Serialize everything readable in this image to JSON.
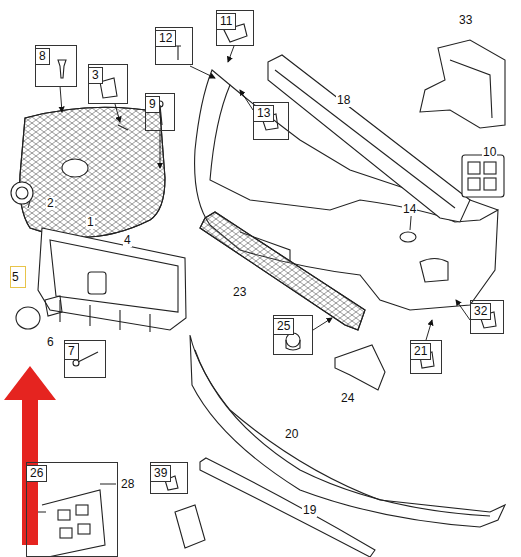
{
  "diagram": {
    "nodes": [
      {
        "text": [
          "11"
        ]
      },
      {
        "text": [
          "12"
        ]
      },
      {
        "text": [
          "8"
        ]
      },
      {
        "text": [
          "3"
        ]
      },
      {
        "text": [
          "9"
        ]
      },
      {
        "text": [
          "13"
        ]
      },
      {
        "text": [
          "5"
        ]
      },
      {
        "text": [
          "32"
        ]
      },
      {
        "text": [
          "25"
        ]
      },
      {
        "text": [
          "7"
        ]
      },
      {
        "text": [
          "21"
        ]
      },
      {
        "text": [
          "26"
        ]
      },
      {
        "text": [
          "39"
        ]
      }
    ],
    "labels": [
      "33",
      "18",
      "10",
      "2",
      "1",
      "14",
      "4",
      "23",
      "6",
      "24",
      "20",
      "28",
      "19"
    ]
  }
}
